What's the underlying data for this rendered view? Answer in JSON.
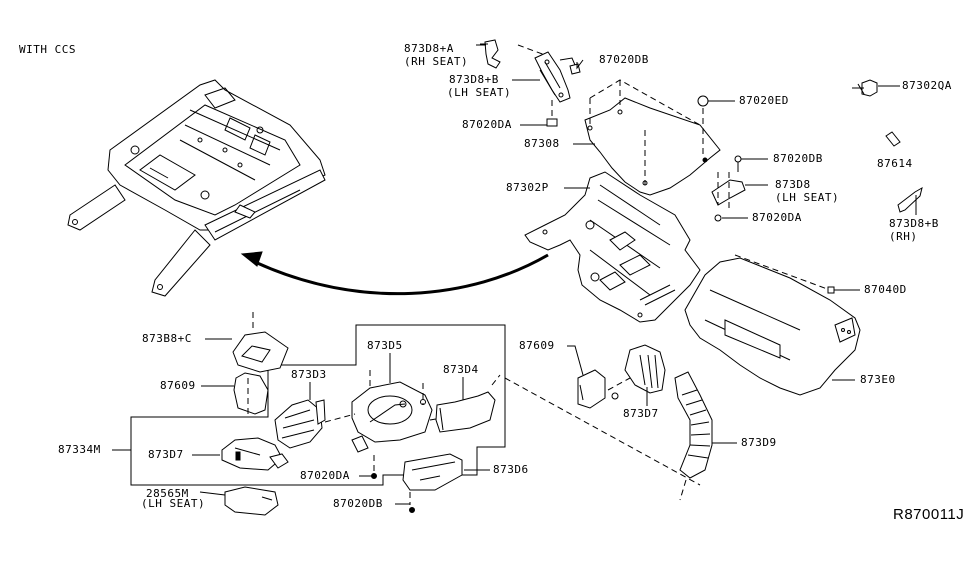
{
  "diagram": {
    "title_note": "WITH CCS",
    "reference_code": "R870011J",
    "line_color": "#000000",
    "background": "#ffffff",
    "callouts": [
      {
        "id": "873d8-a",
        "part": "873D8+A",
        "note": "(RH SEAT)"
      },
      {
        "id": "873d8-b-lh",
        "part": "873D8+B",
        "note": "(LH SEAT)"
      },
      {
        "id": "87020db-top",
        "part": "87020DB"
      },
      {
        "id": "87020da-top",
        "part": "87020DA"
      },
      {
        "id": "87308",
        "part": "87308"
      },
      {
        "id": "87302p",
        "part": "87302P"
      },
      {
        "id": "87020ed",
        "part": "87020ED"
      },
      {
        "id": "87302qa",
        "part": "87302QA"
      },
      {
        "id": "87614",
        "part": "87614"
      },
      {
        "id": "87020db-right",
        "part": "87020DB"
      },
      {
        "id": "873d8-lh",
        "part": "873D8",
        "note": "(LH SEAT)"
      },
      {
        "id": "87020da-right",
        "part": "87020DA"
      },
      {
        "id": "873d8-b-rh",
        "part": "873D8+B",
        "note": "(RH)"
      },
      {
        "id": "87040d",
        "part": "87040D"
      },
      {
        "id": "873e0",
        "part": "873E0"
      },
      {
        "id": "87609-right",
        "part": "87609"
      },
      {
        "id": "873d7-right",
        "part": "873D7"
      },
      {
        "id": "873d9",
        "part": "873D9"
      },
      {
        "id": "873b8-c",
        "part": "873B8+C"
      },
      {
        "id": "87609-left",
        "part": "87609"
      },
      {
        "id": "873d3",
        "part": "873D3"
      },
      {
        "id": "873d5",
        "part": "873D5"
      },
      {
        "id": "873d4",
        "part": "873D4"
      },
      {
        "id": "87334m",
        "part": "87334M"
      },
      {
        "id": "873d7-left",
        "part": "873D7"
      },
      {
        "id": "87020da-bottom",
        "part": "87020DA"
      },
      {
        "id": "873d6",
        "part": "873D6"
      },
      {
        "id": "87020db-bottom",
        "part": "87020DB"
      },
      {
        "id": "28565m",
        "part": "28565M",
        "note": "(LH SEAT)"
      }
    ]
  }
}
